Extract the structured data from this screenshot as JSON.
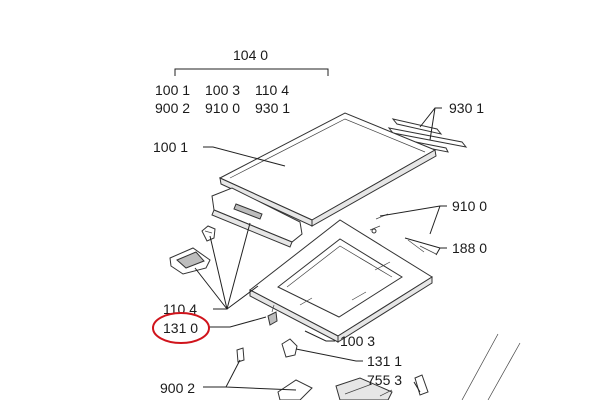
{
  "header": {
    "group_label": "104 0",
    "row1": [
      "100 1",
      "100 3",
      "110 4"
    ],
    "row2": [
      "900 2",
      "910 0",
      "930 1"
    ]
  },
  "labels": {
    "l_930_1": "930 1",
    "l_100_1": "100 1",
    "l_910_0": "910 0",
    "l_188_0": "188 0",
    "l_110_4": "110 4",
    "l_131_0": "131 0",
    "l_100_3": "100 3",
    "l_131_1": "131 1",
    "l_755_3": "755 3",
    "l_900_2": "900 2"
  },
  "highlight": {
    "target": "131 0",
    "color": "#d0141c"
  }
}
